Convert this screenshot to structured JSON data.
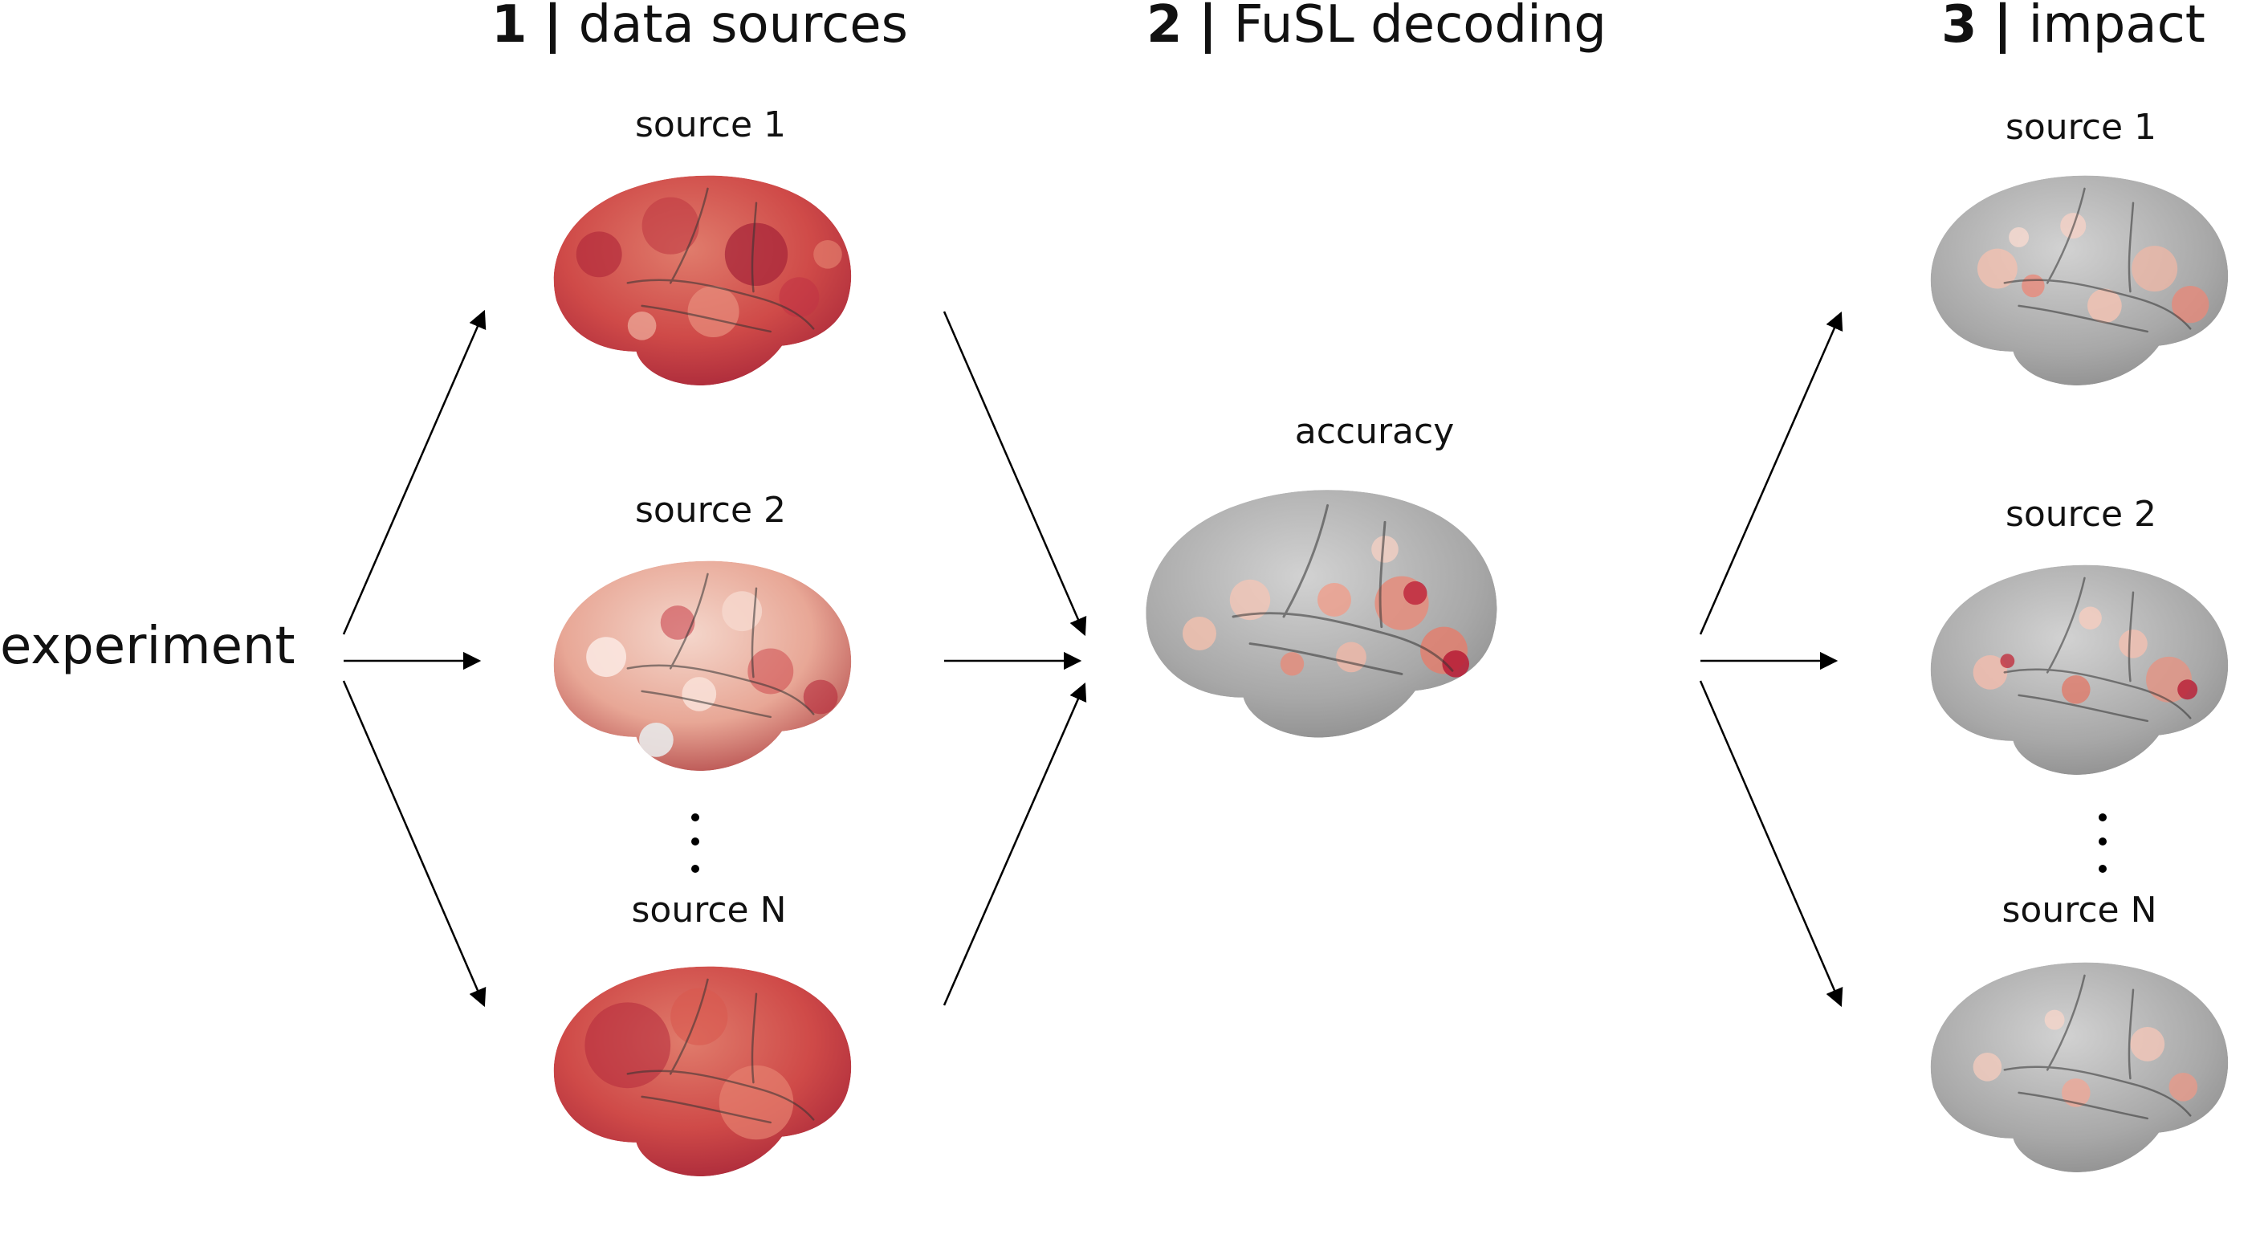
{
  "headers": [
    {
      "num": "1",
      "sep": "|",
      "title": "data sources"
    },
    {
      "num": "2",
      "sep": "|",
      "title": "FuSL decoding"
    },
    {
      "num": "3",
      "sep": "|",
      "title": "impact"
    }
  ],
  "experiment_label": "experiment",
  "data_sources": [
    "source 1",
    "source 2",
    "source N"
  ],
  "decoding_label": "accuracy",
  "impact_sources": [
    "source 1",
    "source 2",
    "source N"
  ],
  "colors": {
    "brain_gray": "#a9a9a9",
    "heat_light": "#f3c4b2",
    "heat_mid": "#e07a68",
    "heat_dark": "#c4233a",
    "arrow": "#000000"
  }
}
